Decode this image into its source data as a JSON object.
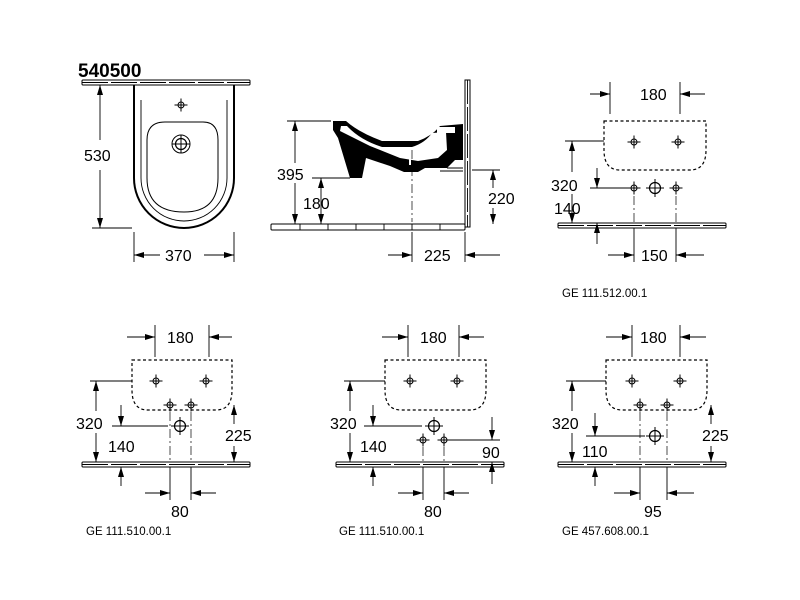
{
  "title": "540500",
  "front_view": {
    "height": "530",
    "width": "370"
  },
  "side_view": {
    "height_rim": "395",
    "height_outlet": "180",
    "height_supply": "220",
    "depth": "225"
  },
  "panel_top_right": {
    "top_width": "180",
    "height": "320",
    "supply_height": "140",
    "supply_spacing": "150",
    "code": "GE 111.512.00.1"
  },
  "panel_bottom_1": {
    "top_width": "180",
    "height": "320",
    "supply_height": "140",
    "drain_height": "225",
    "spacing": "80",
    "code": "GE 111.510.00.1"
  },
  "panel_bottom_2": {
    "top_width": "180",
    "height": "320",
    "supply_height": "140",
    "offset": "90",
    "spacing": "80",
    "code": "GE 111.510.00.1"
  },
  "panel_bottom_3": {
    "top_width": "180",
    "height": "320",
    "supply_height": "110",
    "drain_height": "225",
    "spacing": "95",
    "code": "GE 457.608.00.1"
  }
}
